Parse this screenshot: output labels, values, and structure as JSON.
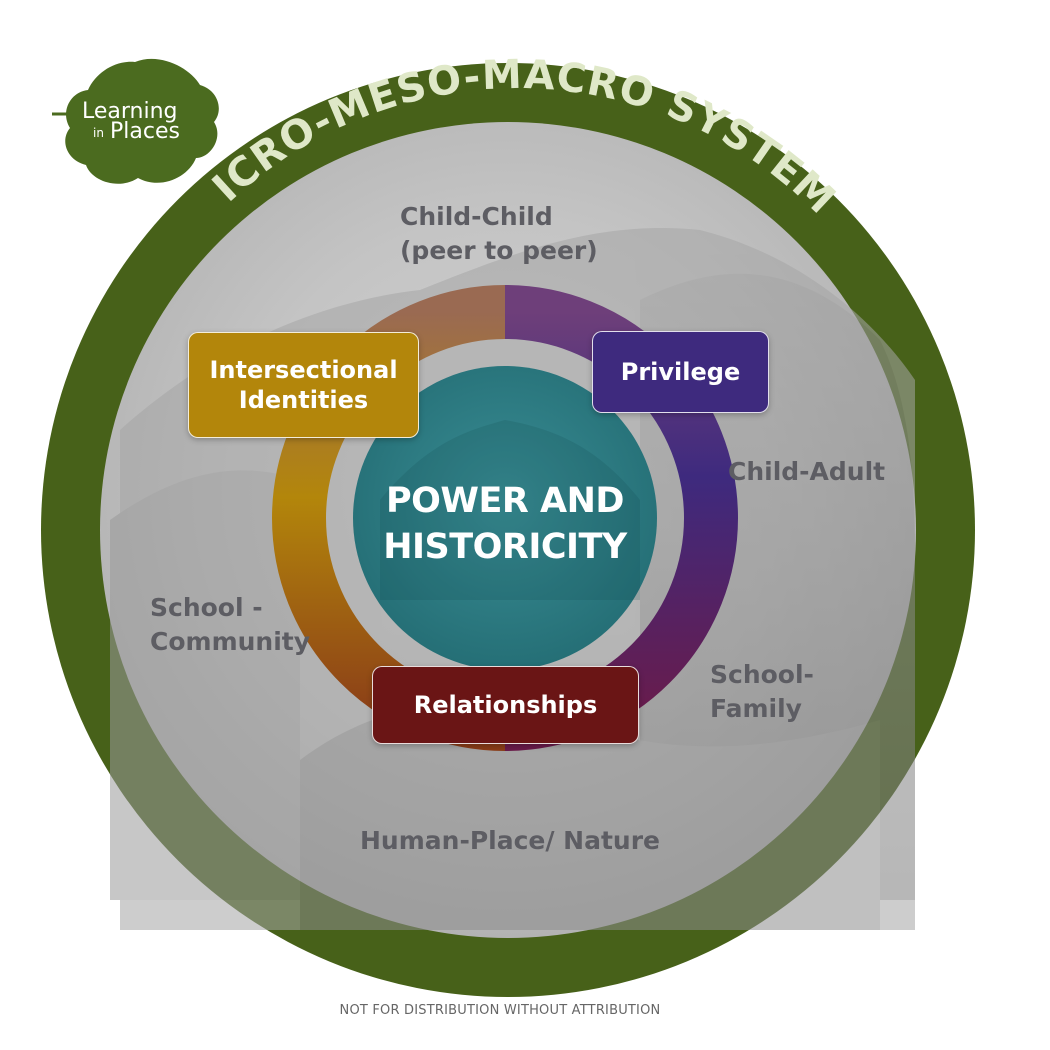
{
  "ring_title": "MICRO-MESO-MACRO SYSTEMS",
  "logo": {
    "line1": "Learning",
    "line2_small": "in",
    "line2": "Places"
  },
  "center": {
    "line1": "POWER AND",
    "line2": "HISTORICITY"
  },
  "boxes": {
    "intersectional": {
      "line1": "Intersectional",
      "line2": "Identities",
      "color": "#b3860b"
    },
    "privilege": {
      "label": "Privilege",
      "color": "#3e2a7e"
    },
    "relationships": {
      "label": "Relationships",
      "color": "#6a1515"
    }
  },
  "relations": {
    "child_child": {
      "line1": "Child-Child",
      "line2": "(peer to peer)"
    },
    "child_adult": {
      "line1": "Child-Adult"
    },
    "school_community": {
      "line1": "School -",
      "line2": "Community"
    },
    "school_family": {
      "line1": "School-",
      "line2": "Family"
    },
    "human_place": {
      "line1": "Human-Place/ Nature"
    }
  },
  "footer": "NOT FOR DISTRIBUTION WITHOUT ATTRIBUTION",
  "colors": {
    "ring_green": "#476119",
    "logo_green": "#4b6b1f",
    "center_teal": "#2d7f86",
    "gray_text": "#5d5d63",
    "gradient": [
      "#9a6a52",
      "#3e2a7e",
      "#6a1b4a",
      "#b3860b"
    ]
  }
}
